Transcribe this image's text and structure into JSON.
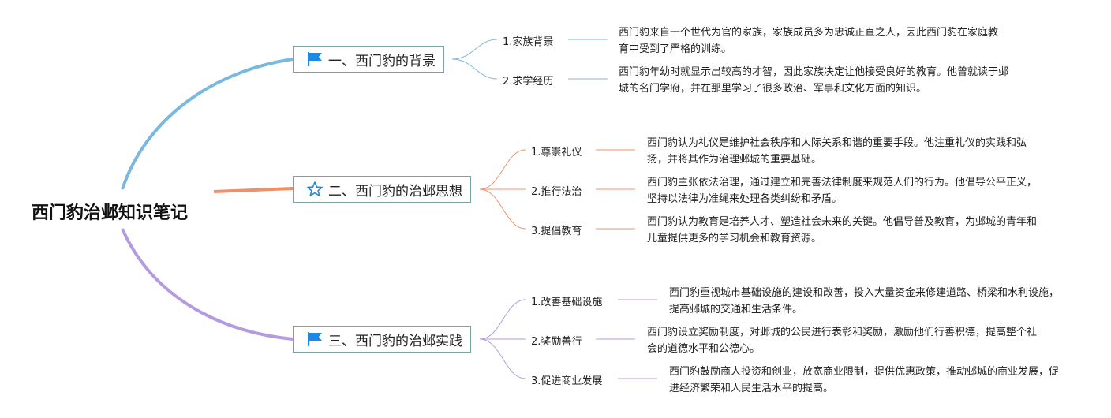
{
  "root": {
    "title": "西门豹治邺知识笔记"
  },
  "colors": {
    "branch1": "#79b8e0",
    "branch2": "#f0906a",
    "branch3": "#b49be0",
    "flag": "#1e88e5",
    "star": "#1e88e5"
  },
  "branches": [
    {
      "title": "一、西门豹的背景",
      "icon": "flag-icon",
      "items": [
        {
          "label": "1.家族背景",
          "note": "西门豹来自一个世代为官的家族，家族成员多为忠诚正直之人，因此西门豹在家庭教育中受到了严格的训练。"
        },
        {
          "label": "2.求学经历",
          "note": "西门豹年幼时就显示出较高的才智，因此家族决定让他接受良好的教育。他曾就读于邺城的名门学府，并在那里学习了很多政治、军事和文化方面的知识。"
        }
      ]
    },
    {
      "title": "二、西门豹的治邺思想",
      "icon": "star-icon",
      "items": [
        {
          "label": "1.尊崇礼仪",
          "note": "西门豹认为礼仪是维护社会秩序和人际关系和谐的重要手段。他注重礼仪的实践和弘扬，并将其作为治理邺城的重要基础。"
        },
        {
          "label": "2.推行法治",
          "note": "西门豹主张依法治理，通过建立和完善法律制度来规范人们的行为。他倡导公平正义，坚持以法律为准绳来处理各类纠纷和矛盾。"
        },
        {
          "label": "3.提倡教育",
          "note": "西门豹认为教育是培养人才、塑造社会未来的关键。他倡导普及教育，为邺城的青年和儿童提供更多的学习机会和教育资源。"
        }
      ]
    },
    {
      "title": "三、西门豹的治邺实践",
      "icon": "flag-icon",
      "items": [
        {
          "label": "1.改善基础设施",
          "note": "西门豹重视城市基础设施的建设和改善，投入大量资金来修建道路、桥梁和水利设施，提高邺城的交通和生活条件。"
        },
        {
          "label": "2.奖励善行",
          "note": "西门豹设立奖励制度，对邺城的公民进行表彰和奖励，激励他们行善积德，提高整个社会的道德水平和公德心。"
        },
        {
          "label": "3.促进商业发展",
          "note": "西门豹鼓励商人投资和创业，放宽商业限制，提供优惠政策，推动邺城的商业发展，促进经济繁荣和人民生活水平的提高。"
        }
      ]
    }
  ]
}
